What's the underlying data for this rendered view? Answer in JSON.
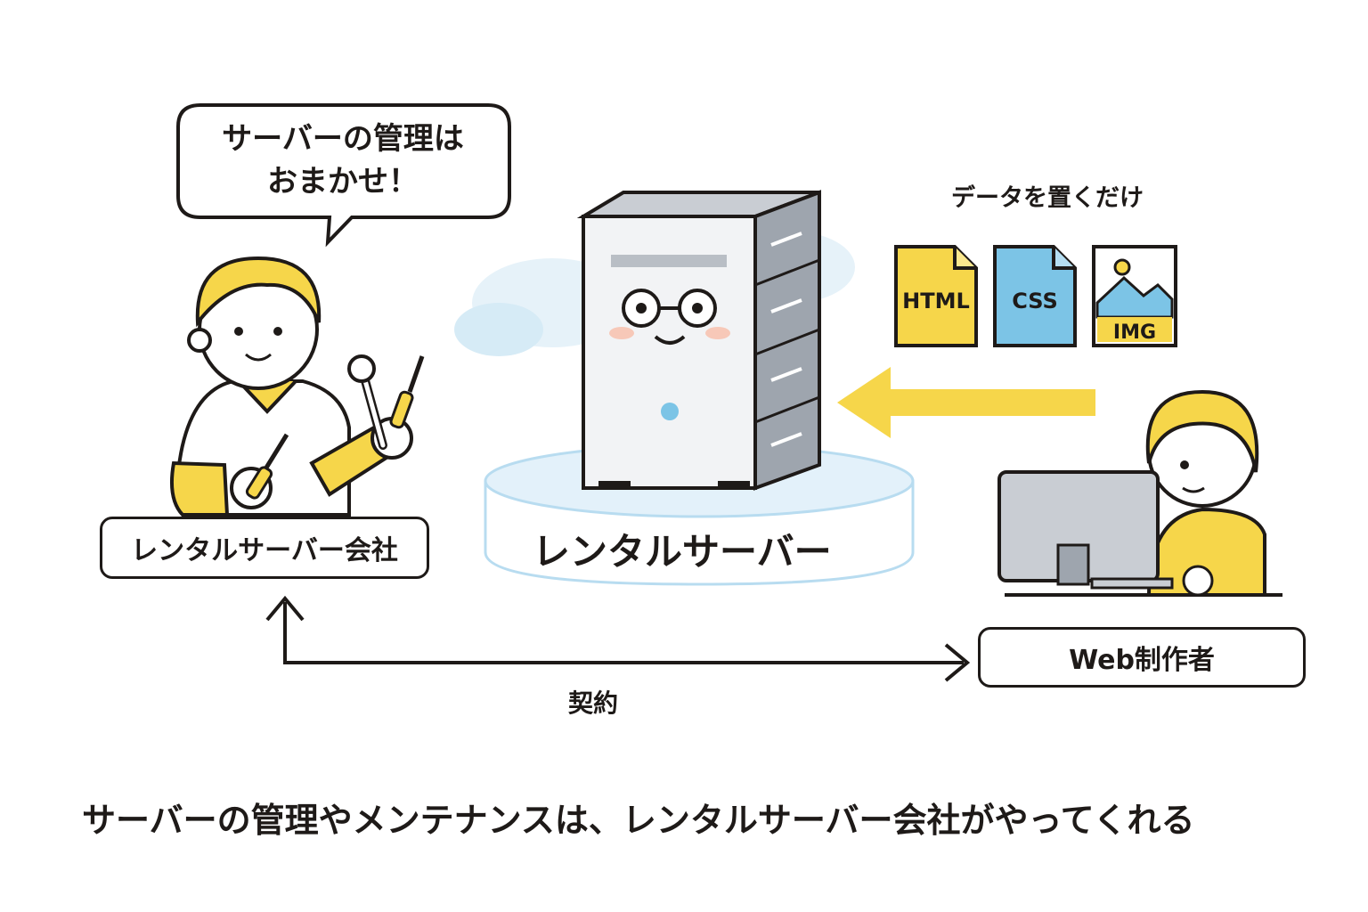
{
  "speech_bubble": {
    "line1": "サーバーの管理は",
    "line2": "おまかせ！"
  },
  "server": {
    "label": "レンタルサーバー"
  },
  "upload": {
    "caption": "データを置くだけ"
  },
  "files": [
    {
      "label": "HTML",
      "color": "#f6d64a"
    },
    {
      "label": "CSS",
      "color": "#7cc4e6"
    },
    {
      "label": "IMG",
      "color": "#f6d64a"
    }
  ],
  "company": {
    "label": "レンタルサーバー会社"
  },
  "creator": {
    "label": "Web制作者"
  },
  "contract": {
    "label": "契約"
  },
  "caption": "サーバーの管理やメンテナンスは、レンタルサーバー会社がやってくれる",
  "colors": {
    "accent_yellow": "#f6d64a",
    "accent_blue": "#7cc4e6",
    "ink": "#1e1a18"
  }
}
